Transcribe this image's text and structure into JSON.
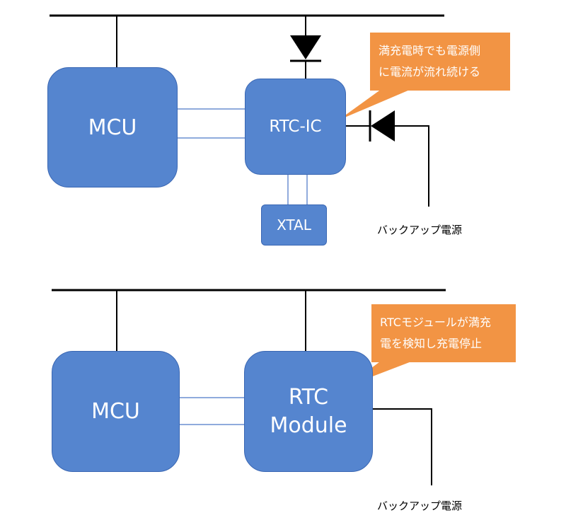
{
  "top": {
    "mcu_label": "MCU",
    "rtc_label": "RTC-IC",
    "xtal_label": "XTAL",
    "callout_line1": "満充電時でも電源側",
    "callout_line2": "に電流が流れ続ける",
    "backup_label": "バックアップ電源"
  },
  "bottom": {
    "mcu_label": "MCU",
    "rtc_line1": "RTC",
    "rtc_line2": "Module",
    "callout_line1": "RTCモジュールが満充",
    "callout_line2": "電を検知し充電停止",
    "backup_label": "バックアップ電源"
  },
  "colors": {
    "block_fill": "#5585cf",
    "callout_fill": "#f29444",
    "line": "#000000"
  }
}
